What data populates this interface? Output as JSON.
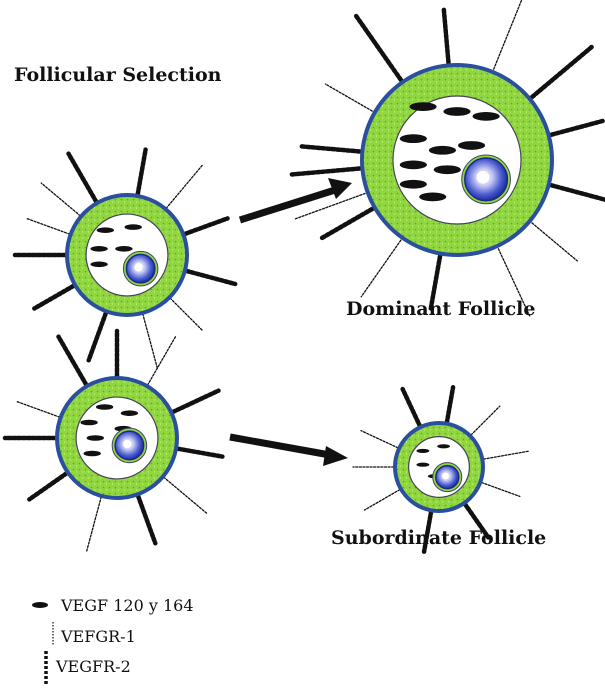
{
  "title": "Follicular Selection",
  "labels": {
    "dominant": "Dominant Follicle",
    "subordinate": "Subordinate Follicle"
  },
  "legend": [
    {
      "text": "VEGF 120 y 164",
      "symbol": "ligand"
    },
    {
      "text": "VEFGR-1",
      "symbol": "receptor-1"
    },
    {
      "text": "VEGFR-2",
      "symbol": "receptor-2"
    }
  ],
  "colors": {
    "theca_ring": "#8fd640",
    "outer_rim": "#2a4f9e",
    "oocyte": "#4a5ad0",
    "ink": "#111111"
  }
}
